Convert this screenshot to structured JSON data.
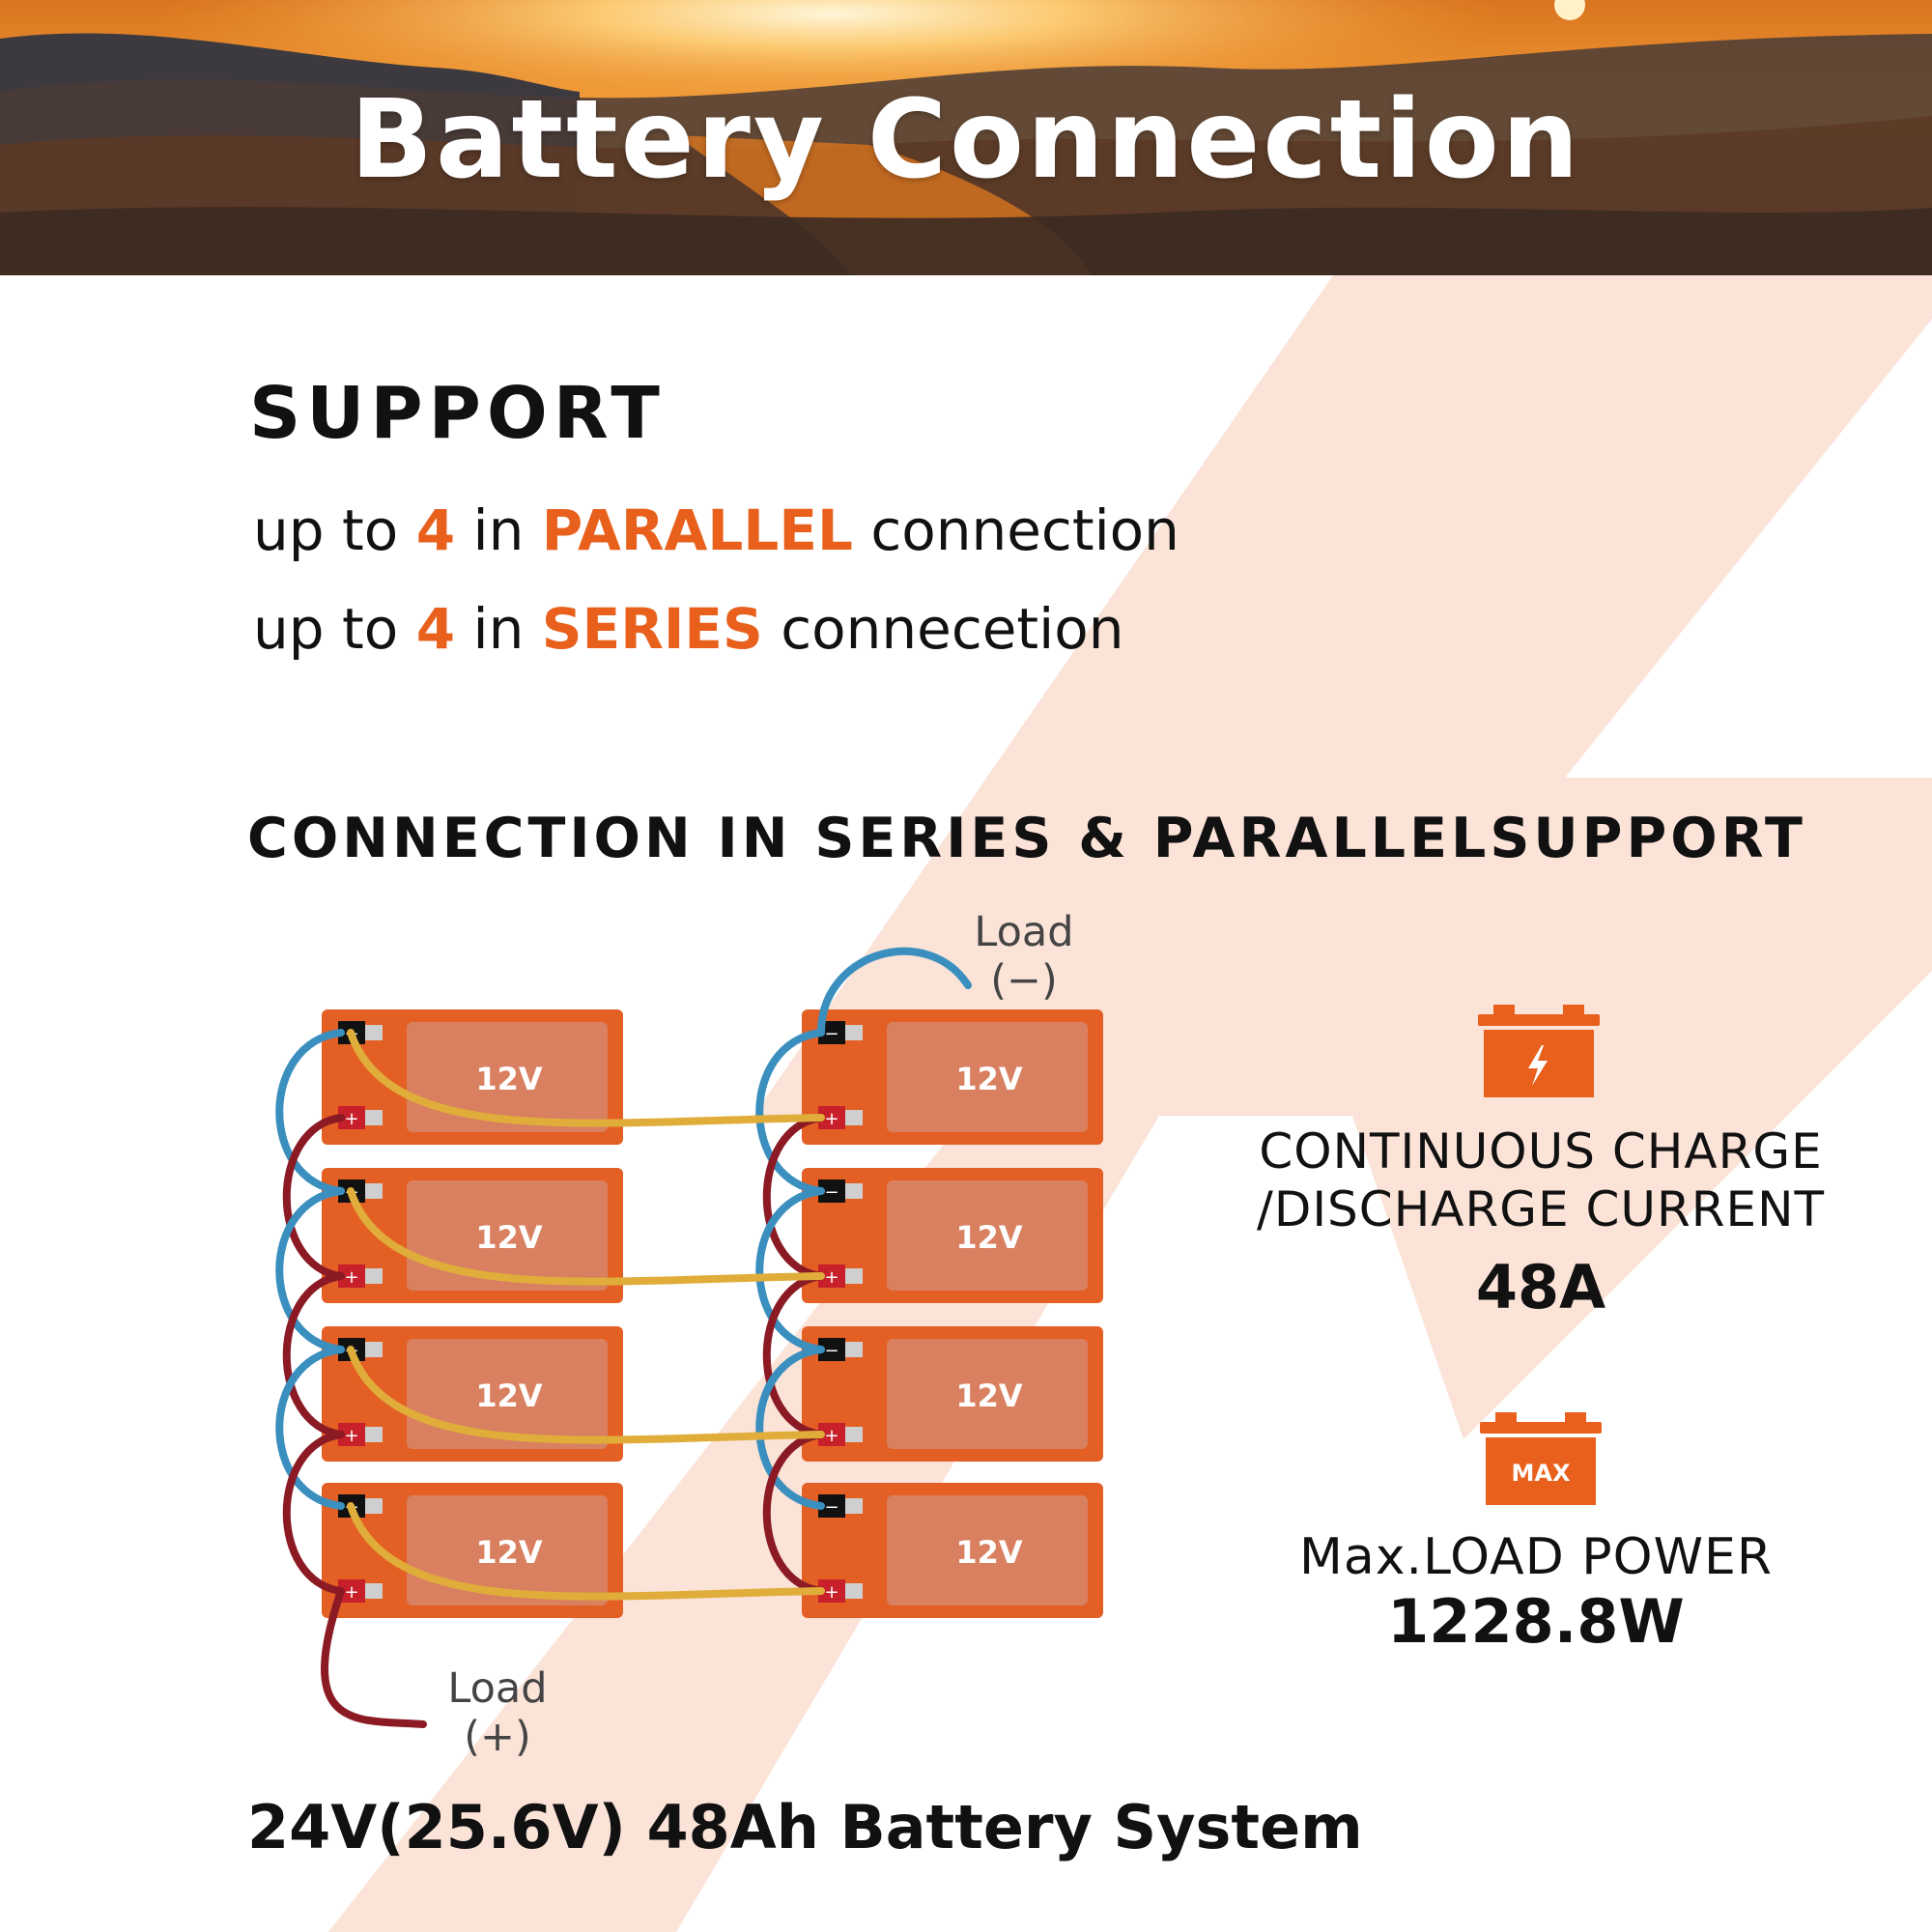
{
  "banner": {
    "title": "Battery Connection"
  },
  "support": {
    "heading": "SUPPORT",
    "lines": [
      {
        "prefix": "up to ",
        "count": "4",
        "middle": " in ",
        "mode": "PARALLEL",
        "suffix": " connection"
      },
      {
        "prefix": "up to ",
        "count": "4",
        "middle": " in ",
        "mode": "SERIES",
        "suffix": " connecetion"
      }
    ]
  },
  "section": {
    "heading": "CONNECTION IN SERIES & PARALLELSUPPORT"
  },
  "diagram": {
    "battery_label": "12V",
    "negative_symbol": "−",
    "positive_symbol": "+",
    "load_negative": {
      "label": "Load",
      "sign": "(−)"
    },
    "load_positive": {
      "label": "Load",
      "sign": "(+)"
    },
    "system_label": "24V(25.6V)  48Ah Battery System"
  },
  "specs": {
    "current": {
      "icon": "battery-charge-icon",
      "label_line1": "CONTINUOUS CHARGE",
      "label_line2": "/DISCHARGE CURRENT",
      "value": "48A"
    },
    "power": {
      "icon": "battery-max-icon",
      "badge": "MAX",
      "label": "Max.LOAD POWER",
      "value": "1228.8W"
    }
  },
  "colors": {
    "accent": "#e8601c",
    "battery_body": "#e35f24",
    "battery_panel": "#d98060",
    "bolt": "#fbe3d8",
    "wire_blue": "#3a8fbf",
    "wire_red": "#8b1a24",
    "wire_yellow": "#e0ad3a"
  }
}
